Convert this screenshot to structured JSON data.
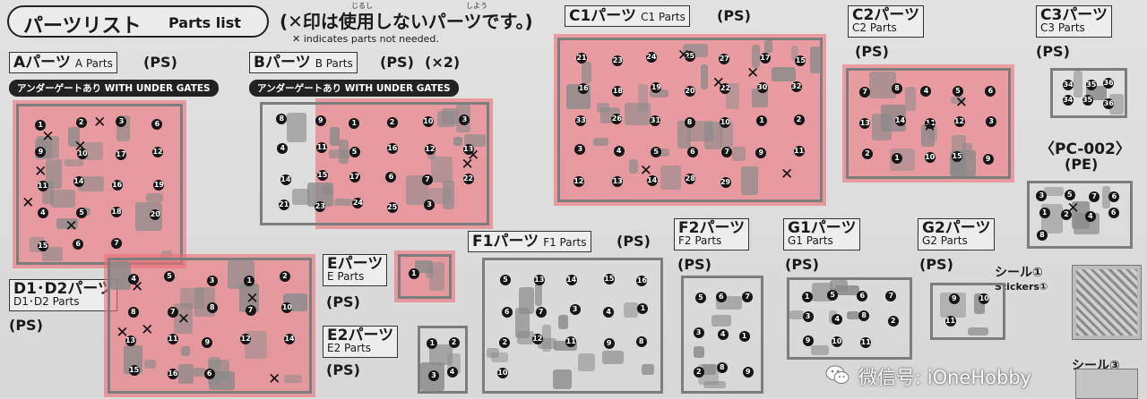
{
  "header": {
    "title_jp": "パーツリスト",
    "title_en": "Parts list",
    "note_jp": "(✕印は使用しないパーツです。)",
    "ruby_in": "じるし",
    "ruby_yo": "しよう",
    "note_en": "✕ indicates parts not needed."
  },
  "gate_label": "アンダーゲートあり WITH UNDER GATES",
  "sections": {
    "a": {
      "jp": "Aパーツ",
      "en": "A Parts",
      "mat": "(PS)"
    },
    "b": {
      "jp": "Bパーツ",
      "en": "B Parts",
      "mat": "(PS)",
      "qty": "(×2)"
    },
    "c1": {
      "jp": "C1パーツ",
      "en": "C1 Parts",
      "mat": "(PS)"
    },
    "c2": {
      "jp": "C2パーツ",
      "en": "C2 Parts",
      "mat": "(PS)"
    },
    "c3": {
      "jp": "C3パーツ",
      "en": "C3 Parts",
      "mat": "(PS)"
    },
    "pc": {
      "jp": "〈PC-002〉",
      "mat": "(PE)"
    },
    "d": {
      "jp": "D1･D2パーツ",
      "en": "D1･D2 Parts",
      "mat": "(PS)"
    },
    "e": {
      "jp": "Eパーツ",
      "en": "E Parts",
      "mat": "(PS)"
    },
    "e2": {
      "jp": "E2パーツ",
      "en": "E2 Parts",
      "mat": "(PS)"
    },
    "f1": {
      "jp": "F1パーツ",
      "en": "F1 Parts",
      "mat": "(PS)"
    },
    "f2": {
      "jp": "F2パーツ",
      "en": "F2 Parts",
      "mat": "(PS)"
    },
    "g1": {
      "jp": "G1パーツ",
      "en": "G1 Parts",
      "mat": "(PS)"
    },
    "g2": {
      "jp": "G2パーツ",
      "en": "G2 Parts",
      "mat": "(PS)"
    },
    "sticker1": {
      "jp": "シール①",
      "en": "Stickers①"
    },
    "sticker3": {
      "jp": "シール③"
    }
  },
  "watermark": "微信号: iOneHobby",
  "colors": {
    "highlight": "#ec6e76",
    "marker": "#151515",
    "sheet": "#dcdcdc"
  },
  "runners": {
    "a": {
      "numbers": [
        "1",
        "2",
        "3",
        "6",
        "9",
        "10",
        "17",
        "12",
        "11",
        "14",
        "16",
        "19",
        "4",
        "5",
        "18",
        "20",
        "15",
        "6",
        "7"
      ],
      "crosses": 6
    },
    "b": {
      "numbers": [
        "8",
        "9",
        "1",
        "2",
        "10",
        "3",
        "4",
        "11",
        "5",
        "16",
        "12",
        "13",
        "14",
        "15",
        "17",
        "6",
        "7",
        "22",
        "21",
        "23",
        "24",
        "25",
        "3"
      ],
      "crosses": 2
    },
    "c1": {
      "numbers": [
        "21",
        "23",
        "24",
        "25",
        "27",
        "17",
        "15",
        "16",
        "18",
        "19",
        "20",
        "22",
        "30",
        "32",
        "33",
        "26",
        "31",
        "8",
        "10",
        "1",
        "2",
        "3",
        "4",
        "5",
        "6",
        "7",
        "9",
        "11",
        "12",
        "13",
        "14",
        "28",
        "29"
      ],
      "crosses": 5
    },
    "c2": {
      "numbers": [
        "7",
        "8",
        "4",
        "5",
        "6",
        "13",
        "14",
        "11",
        "12",
        "3",
        "2",
        "1",
        "10",
        "15",
        "9"
      ],
      "crosses": 2
    },
    "c3": {
      "numbers": [
        "34",
        "35",
        "36",
        "34",
        "35",
        "36"
      ],
      "crosses": 0
    },
    "pc": {
      "numbers": [
        "3",
        "5",
        "7",
        "6",
        "1",
        "2",
        "4",
        "6",
        "8"
      ],
      "crosses": 1
    },
    "d": {
      "numbers": [
        "4",
        "5",
        "3",
        "1",
        "2",
        "8",
        "7",
        "8",
        "7",
        "10",
        "13",
        "11",
        "9",
        "12",
        "14",
        "15",
        "16",
        "6"
      ],
      "crosses": 6
    },
    "e": {
      "numbers": [
        "1"
      ],
      "crosses": 0
    },
    "e2": {
      "numbers": [
        "1",
        "2",
        "3",
        "4"
      ],
      "crosses": 0
    },
    "f1": {
      "numbers": [
        "5",
        "13",
        "14",
        "15",
        "16",
        "6",
        "7",
        "3",
        "4",
        "1",
        "2",
        "12",
        "11",
        "9",
        "8",
        "10"
      ],
      "crosses": 0
    },
    "f2": {
      "numbers": [
        "5",
        "6",
        "7",
        "3",
        "4",
        "1",
        "2",
        "8",
        "9"
      ],
      "crosses": 0
    },
    "g1": {
      "numbers": [
        "1",
        "5",
        "6",
        "7",
        "3",
        "4",
        "8",
        "2",
        "9",
        "10",
        "11"
      ],
      "crosses": 0
    },
    "g2": {
      "numbers": [
        "9",
        "10",
        "11"
      ],
      "crosses": 0
    }
  }
}
